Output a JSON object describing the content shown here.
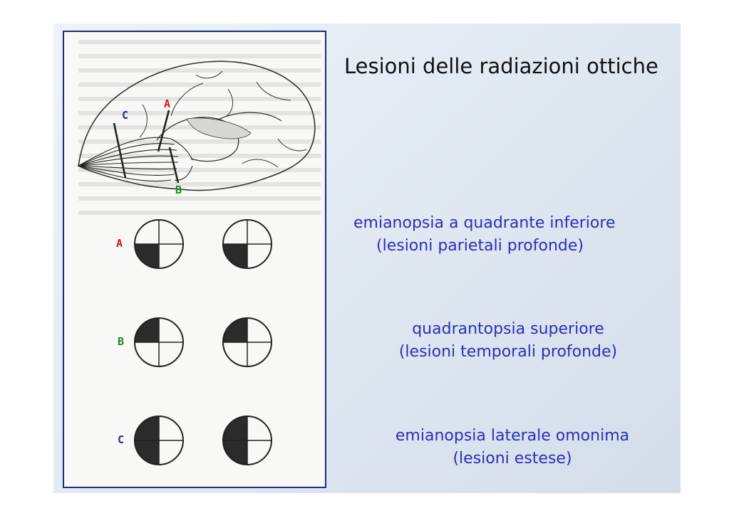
{
  "slide": {
    "title": "Lesioni delle radiazioni ottiche",
    "descriptions": [
      {
        "line1": "emianopsia a quadrante inferiore",
        "line2": "(lesioni parietali profonde)"
      },
      {
        "line1": "quadrantopsia superiore",
        "line2": "(lesioni temporali profonde)"
      },
      {
        "line1": "emianopsia laterale omonima",
        "line2": "(lesioni estese)"
      }
    ]
  },
  "figure": {
    "lesion_labels": {
      "a": "A",
      "b": "B",
      "c": "C"
    },
    "row_labels": [
      "A",
      "B",
      "C"
    ],
    "colors": {
      "label_a": "#d01818",
      "label_b": "#178a1f",
      "label_c": "#1b2fa8",
      "border": "#1a2e7a",
      "deficit_fill": "#2b2b2b"
    },
    "fields": [
      {
        "row": "A",
        "left_deficit": [
          "bottom-left"
        ],
        "right_deficit": [
          "bottom-left"
        ]
      },
      {
        "row": "B",
        "left_deficit": [
          "top-left"
        ],
        "right_deficit": [
          "top-left"
        ]
      },
      {
        "row": "C",
        "left_deficit": [
          "top-left",
          "bottom-left"
        ],
        "right_deficit": [
          "top-left",
          "bottom-left"
        ]
      }
    ]
  }
}
